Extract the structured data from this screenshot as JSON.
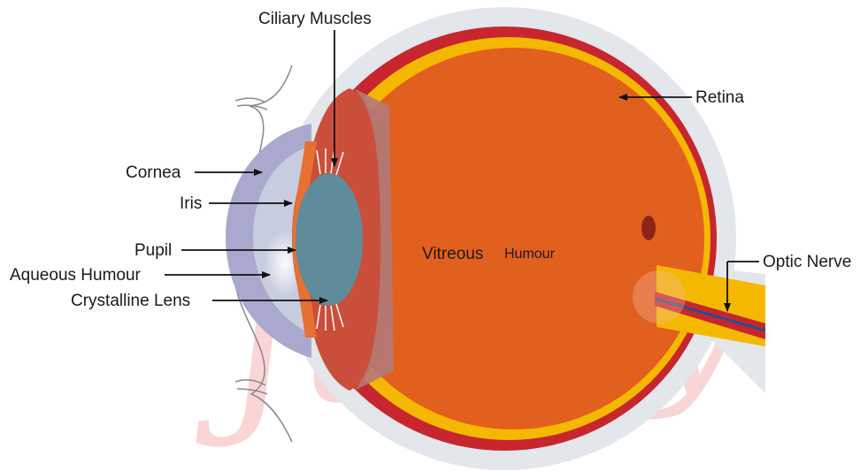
{
  "labels": {
    "ciliary_muscles": "Ciliary Muscles",
    "retina": "Retina",
    "cornea": "Cornea",
    "iris": "Iris",
    "pupil": "Pupil",
    "aqueous_humour": "Aqueous Humour",
    "crystalline_lens": "Crystalline Lens",
    "optic_nerve": "Optic Nerve",
    "vitreous": "Vitreous",
    "humour": "Humour"
  },
  "watermark": "Jukey",
  "colors": {
    "sclera": "#e3e6ea",
    "choroid": "#c8262e",
    "retina": "#f5b800",
    "vitreous": "#e2601e",
    "lens": "#5f8c9a",
    "cornea": "#a9a9cf",
    "watermark": "#f08a8a"
  }
}
